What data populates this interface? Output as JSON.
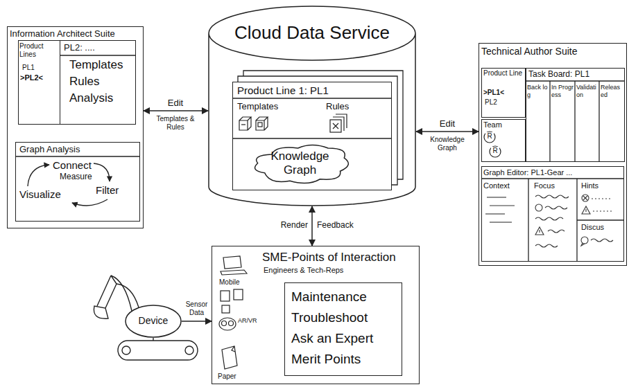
{
  "diagram": {
    "nodes": [
      {
        "text": [
          "Information Architect Suite"
        ]
      },
      {
        "text": [
          "Product Lines",
          "PL1",
          ">PL2<"
        ],
        "in": 0
      },
      {
        "text": [
          "PL2: ....",
          "Templates",
          "Rules",
          "Analysis"
        ],
        "in": 0
      },
      {
        "text": [
          "Graph Analysis",
          "Connect",
          "Measure",
          "Visualize",
          "Filter"
        ],
        "in": 0
      },
      {
        "text": [
          "Cloud Data Service"
        ]
      },
      {
        "text": [
          "Product Line 1: PL1",
          "Templates",
          "Rules"
        ],
        "in": 4
      },
      {
        "text": [
          "Knowledge Graph"
        ],
        "in": 5
      },
      {
        "text": [
          "Technical Author Suite"
        ]
      },
      {
        "text": [
          "Product Line",
          ">PL1<",
          "PL2"
        ],
        "in": 7
      },
      {
        "text": [
          "Team"
        ],
        "in": 7
      },
      {
        "text": [
          "Task Board: PL1",
          "Back log",
          "In Progress",
          "Validation",
          "Released"
        ],
        "in": 7
      },
      {
        "text": [
          "Graph Editor: PL1-Gear ...",
          "Context",
          "Focus",
          "Hints",
          "Discus"
        ],
        "in": 7
      },
      {
        "text": [
          "SME-Points of Interaction",
          "Engineers & Tech-Reps"
        ]
      },
      {
        "text": [
          "Maintenance",
          "Troubleshoot",
          "Ask an Expert",
          "Merit Points"
        ],
        "in": 12
      },
      {
        "text": [
          "Device"
        ]
      }
    ],
    "edges": [
      {
        "from": 0,
        "to": 4,
        "label": "Edit",
        "arrow": "both"
      },
      {
        "from": 4,
        "to": 7,
        "label": "Edit",
        "arrow": "both"
      },
      {
        "from": 4,
        "to": 12,
        "label": "Render",
        "arrow": "both"
      },
      {
        "from": 14,
        "to": 12,
        "label": "Sensor Data",
        "arrow": "to"
      }
    ],
    "labels": [
      "Templates & Rules",
      "Knowledge Graph",
      "Feedback",
      "Mobile",
      "AR/VR",
      "Paper",
      "R",
      "R"
    ]
  }
}
